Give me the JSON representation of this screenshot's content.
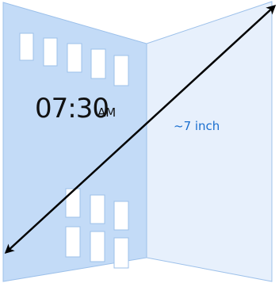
{
  "display": {
    "time": "07:30",
    "ampm": "AM"
  },
  "measurement": {
    "label": "~7 inch"
  },
  "colors": {
    "left_panel": "#c3dbf7",
    "right_panel": "#e7f0fc",
    "panel_edge": "#9cc0ea",
    "window": "#ffffff",
    "window_edge": "#9cc0ea",
    "arrow": "#000000",
    "measure_text": "#1a6fcf"
  },
  "windows": {
    "top_row_count": 5,
    "bottom_grid": "3x2"
  }
}
